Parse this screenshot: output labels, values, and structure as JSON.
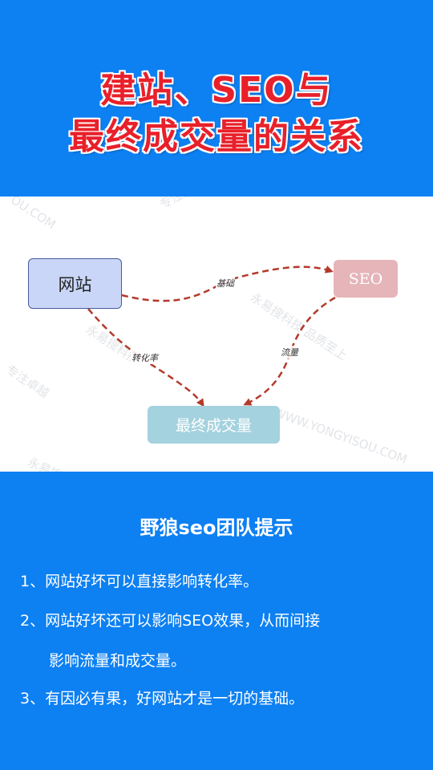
{
  "header": {
    "title_line1": "建站、SEO与",
    "title_line2": "最终成交量的关系"
  },
  "diagram": {
    "nodes": {
      "website": "网站",
      "seo": "SEO",
      "conversion": "最终成交量"
    },
    "edges": {
      "website_to_seo": "基础",
      "website_to_conversion": "转化率",
      "seo_to_conversion": "流量"
    },
    "colors": {
      "edge": "#b33a2a",
      "website_fill": "#c9d6f7",
      "seo_fill": "#e6b5b9",
      "conversion_fill": "#a4d2de"
    },
    "watermarks": [
      "专注建站推广",
      "永易搜科技 品质至上",
      "专注卓越",
      "永易搜科技",
      "WWW.YONGYISOU.COM",
      "OU.COM"
    ]
  },
  "tips": {
    "heading": "野狼seo团队提示",
    "items": [
      "1、网站好坏可以直接影响转化率。",
      "2、网站好坏还可以影响SEO效果，从而间接",
      "影响流量和成交量。",
      "3、有因必有果，好网站才是一切的基础。"
    ]
  },
  "colors": {
    "background": "#0d80f2",
    "title_red": "#e8202a"
  }
}
